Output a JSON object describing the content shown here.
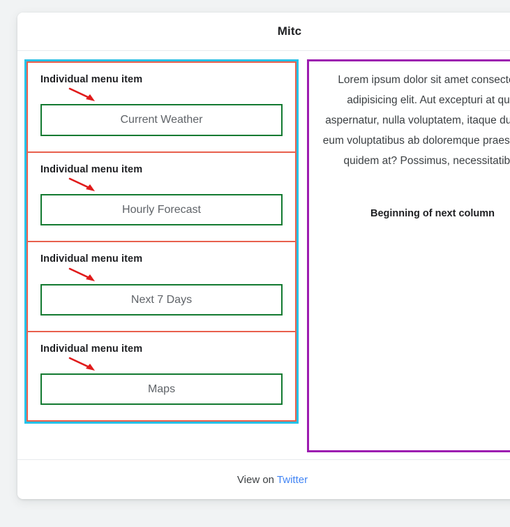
{
  "header": {
    "title": "Mitc"
  },
  "menu_column": {
    "outline_color": "#25c2e8",
    "item_outline_color": "#e8604d",
    "button_outline_color": "#137a31",
    "arrow_color": "#e01b1b",
    "items": [
      {
        "label": "Individual menu item",
        "button": "Current Weather"
      },
      {
        "label": "Individual menu item",
        "button": "Hourly Forecast"
      },
      {
        "label": "Individual menu item",
        "button": "Next 7 Days"
      },
      {
        "label": "Individual menu item",
        "button": "Maps"
      }
    ]
  },
  "text_column": {
    "outline_color": "#9c1bb0",
    "paragraph": "Lorem ipsum dolor sit amet consectetur adipisicing elit. Aut excepturi at quia aspernatur, nulla voluptatem, itaque ducimus eum voluptatibus ab doloremque praesentium quidem at? Possimus, necessitatibus",
    "next_column_note": "Beginning of next column"
  },
  "footer": {
    "prefix": "View on ",
    "link_label": "Twitter",
    "link_color": "#4285f4"
  }
}
